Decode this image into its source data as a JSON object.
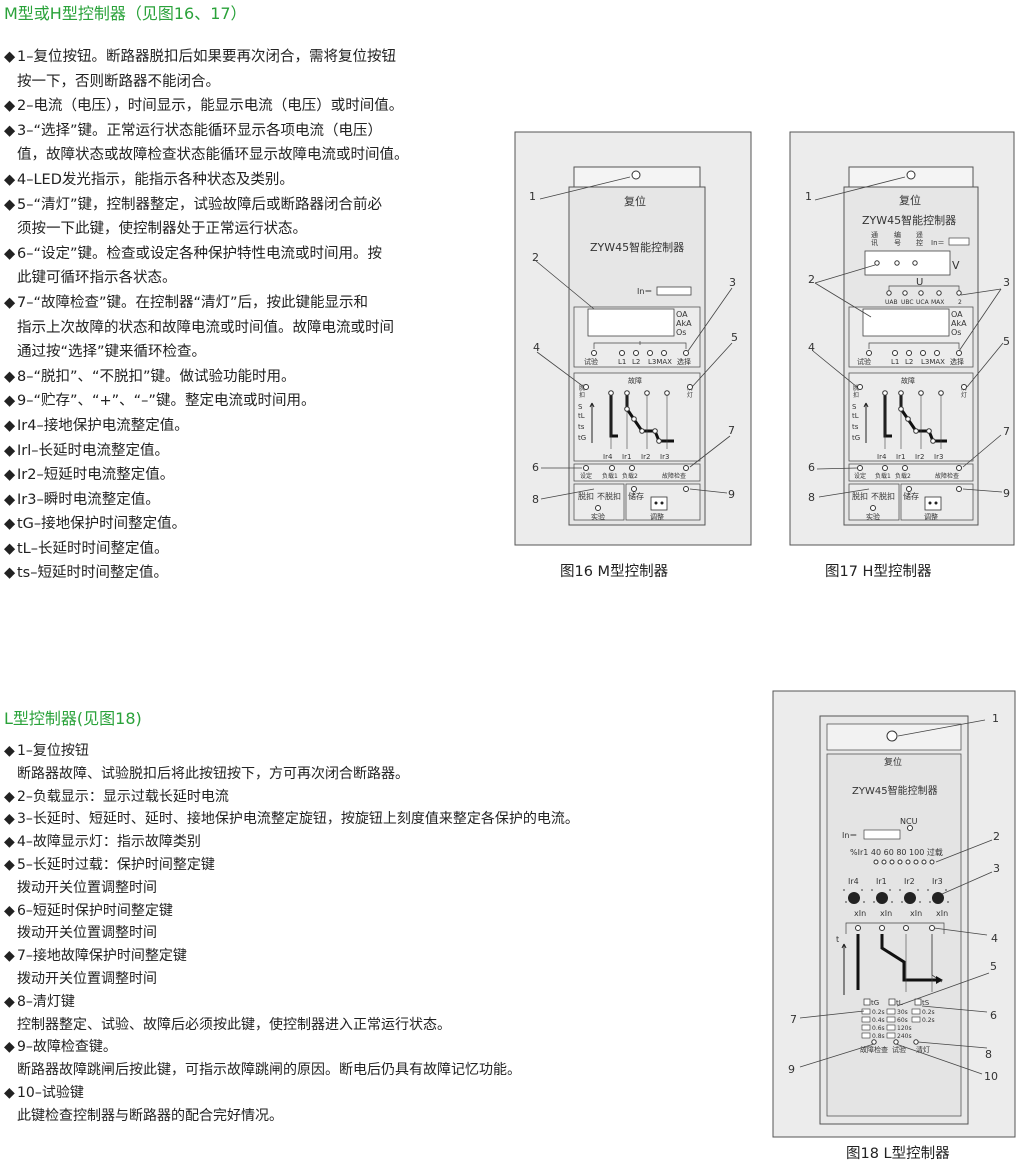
{
  "sectionM": {
    "title": "M型或H型控制器（见图16、17）",
    "items": [
      {
        "bullet": "◆",
        "text": "1–复位按钮。断路器脱扣后如果要再次闭合，需将复位按钮"
      },
      {
        "bullet": "",
        "text": "按一下，否则断路器不能闭合。"
      },
      {
        "bullet": "◆",
        "text": "2–电流（电压），时间显示，能显示电流（电压）或时间值。"
      },
      {
        "bullet": "◆",
        "text": "3–“选择”键。正常运行状态能循环显示各项电流（电压）"
      },
      {
        "bullet": "",
        "text": "值，故障状态或故障检查状态能循环显示故障电流或时间值。"
      },
      {
        "bullet": "◆",
        "text": "4–LED发光指示，能指示各种状态及类别。"
      },
      {
        "bullet": "◆",
        "text": "5–“清灯”键，控制器整定，试验故障后或断路器闭合前必"
      },
      {
        "bullet": "",
        "text": "须按一下此键，使控制器处于正常运行状态。"
      },
      {
        "bullet": "◆",
        "text": "6–“设定”键。检查或设定各种保护特性电流或时间用。按"
      },
      {
        "bullet": "",
        "text": "此键可循环指示各状态。"
      },
      {
        "bullet": "◆",
        "text": "7–“故障检查”键。在控制器“清灯”后，按此键能显示和"
      },
      {
        "bullet": "",
        "text": "指示上次故障的状态和故障电流或时间值。故障电流或时间"
      },
      {
        "bullet": "",
        "text": "通过按“选择”键来循环检查。"
      },
      {
        "bullet": "◆",
        "text": "8–“脱扣”、“不脱扣”键。做试验功能时用。"
      },
      {
        "bullet": "◆",
        "text": "9–“贮存”、“+”、“–”键。整定电流或时间用。"
      },
      {
        "bullet": "◆",
        "text": "Ir4–接地保护电流整定值。"
      },
      {
        "bullet": "◆",
        "text": "Irl–长延时电流整定值。"
      },
      {
        "bullet": "◆",
        "text": "Ir2–短延时电流整定值。"
      },
      {
        "bullet": "◆",
        "text": "Ir3–瞬时电流整定值。"
      },
      {
        "bullet": "◆",
        "text": "tG–接地保护时间整定值。"
      },
      {
        "bullet": "◆",
        "text": "tL–长延时时间整定值。"
      },
      {
        "bullet": "◆",
        "text": "ts–短延时时间整定值。"
      }
    ]
  },
  "sectionL": {
    "title": "L型控制器(见图18)",
    "items": [
      {
        "bullet": "◆",
        "text": "1–复位按钮"
      },
      {
        "bullet": "",
        "text": "断路器故障、试验脱扣后将此按钮按下，方可再次闭合断路器。"
      },
      {
        "bullet": "◆",
        "text": "2–负载显示：显示过载长延时电流"
      },
      {
        "bullet": "◆",
        "text": "3–长延时、短延时、延时、接地保护电流整定旋钮，按旋钮上刻度值来整定各保护的电流。"
      },
      {
        "bullet": "◆",
        "text": "4–故障显示灯：指示故障类别"
      },
      {
        "bullet": "◆",
        "text": "5–长延时过载：保护时间整定键"
      },
      {
        "bullet": "",
        "text": "拨动开关位置调整时间"
      },
      {
        "bullet": "◆",
        "text": "6–短延时保护时间整定键"
      },
      {
        "bullet": "",
        "text": "拨动开关位置调整时间"
      },
      {
        "bullet": "◆",
        "text": "7–接地故障保护时间整定键"
      },
      {
        "bullet": "",
        "text": "拨动开关位置调整时间"
      },
      {
        "bullet": "◆",
        "text": "8–清灯键"
      },
      {
        "bullet": "",
        "text": "控制器整定、试验、故障后必须按此键，使控制器进入正常运行状态。"
      },
      {
        "bullet": "◆",
        "text": "9–故障检查键。"
      },
      {
        "bullet": "",
        "text": "断路器故障跳闸后按此键，可指示故障跳闸的原因。断电后仍具有故障记忆功能。"
      },
      {
        "bullet": "◆",
        "text": "10–试验键"
      },
      {
        "bullet": "",
        "text": "此键检查控制器与断路器的配合完好情况。"
      }
    ]
  },
  "fig16": {
    "caption": "图16 M型控制器",
    "reset": "复位",
    "model": "ZYW45智能控制器",
    "in_label": "In＝",
    "units": [
      "OA",
      "AkA",
      "Os"
    ],
    "led_labels": [
      "试验",
      "L1",
      "L2",
      "L3MAX",
      "选择"
    ],
    "fault": "故障",
    "left_small": [
      "脱",
      "扣"
    ],
    "right_small": [
      "清",
      "灯"
    ],
    "axis": [
      "S",
      "tL",
      "ts",
      "tG"
    ],
    "ir": [
      "Ir4",
      "Ir1",
      "Ir2",
      "Ir3"
    ],
    "row6": [
      "设定",
      "负载1",
      "负载2",
      "故障检查"
    ],
    "btn8": [
      "脱扣",
      "不脱扣"
    ],
    "shiyan": "实验",
    "store": "储存",
    "adjust": "调整",
    "callouts": [
      "1",
      "2",
      "3",
      "4",
      "5",
      "6",
      "7",
      "8",
      "9"
    ]
  },
  "fig17": {
    "caption": "图17 H型控制器",
    "reset": "复位",
    "model": "ZYW45智能控制器",
    "comm": [
      "通",
      "讯",
      "编",
      "号",
      "遥",
      "控"
    ],
    "in_label": "In＝",
    "v": "V",
    "u": "U",
    "u_labels": [
      "UAB",
      "UBC",
      "UCA",
      "MAX",
      "2"
    ],
    "units": [
      "OA",
      "AkA",
      "Os"
    ],
    "led_labels": [
      "试验",
      "L1",
      "L2",
      "L3MAX",
      "选择"
    ],
    "fault": "故障",
    "left_small": [
      "脱",
      "扣"
    ],
    "right_small": [
      "清",
      "灯"
    ],
    "axis": [
      "S",
      "tL",
      "ts",
      "tG"
    ],
    "ir": [
      "Ir4",
      "Ir1",
      "Ir2",
      "Ir3"
    ],
    "row6": [
      "设定",
      "负载1",
      "负载2",
      "故障检查"
    ],
    "btn8": [
      "脱扣",
      "不脱扣"
    ],
    "shiyan": "实验",
    "store": "储存",
    "adjust": "调整",
    "callouts": [
      "1",
      "2",
      "3",
      "4",
      "5",
      "6",
      "7",
      "8",
      "9"
    ]
  },
  "fig18": {
    "caption": "图18 L型控制器",
    "reset": "复位",
    "model": "ZYW45智能控制器",
    "in_label": "In＝",
    "ncu": "NCU",
    "load_scale": "%Ir1 40  60  80  100 过载",
    "knobs": [
      "Ir4",
      "Ir1",
      "Ir2",
      "Ir3"
    ],
    "xin": [
      "xIn",
      "xIn",
      "xIn",
      "xIn"
    ],
    "t": "t",
    "time_heads": [
      "tG",
      "tL",
      "tS"
    ],
    "tg_vals": [
      "0.2s",
      "0.4s",
      "0.6s",
      "0.8s"
    ],
    "tl_vals": [
      "30s",
      "60s",
      "120s",
      "240s"
    ],
    "ts_vals": [
      "0.2s",
      "0.2s"
    ],
    "bottom_btns": [
      "故障检查",
      "试验",
      "清灯"
    ],
    "callouts": [
      "1",
      "2",
      "3",
      "4",
      "5",
      "6",
      "7",
      "8",
      "9",
      "10"
    ]
  }
}
